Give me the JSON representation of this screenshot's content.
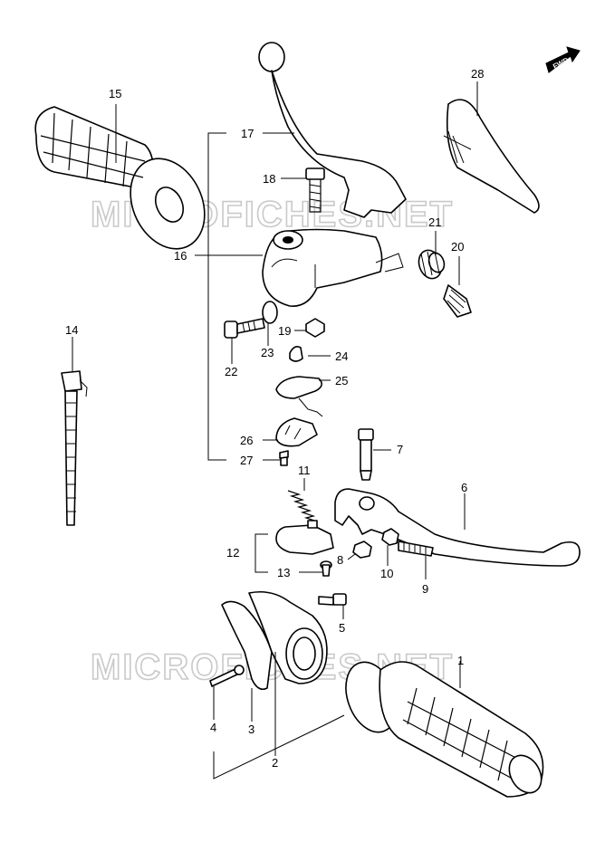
{
  "watermark_text": "MICROFICHES.NET",
  "fwd_badge": "FWD",
  "callouts": [
    {
      "id": "c1",
      "text": "1"
    },
    {
      "id": "c2",
      "text": "2"
    },
    {
      "id": "c3",
      "text": "3"
    },
    {
      "id": "c4",
      "text": "4"
    },
    {
      "id": "c5",
      "text": "5"
    },
    {
      "id": "c6",
      "text": "6"
    },
    {
      "id": "c7",
      "text": "7"
    },
    {
      "id": "c8",
      "text": "8"
    },
    {
      "id": "c9",
      "text": "9"
    },
    {
      "id": "c10",
      "text": "10"
    },
    {
      "id": "c11",
      "text": "11"
    },
    {
      "id": "c12",
      "text": "12"
    },
    {
      "id": "c13",
      "text": "13"
    },
    {
      "id": "c14",
      "text": "14"
    },
    {
      "id": "c15",
      "text": "15"
    },
    {
      "id": "c16",
      "text": "16"
    },
    {
      "id": "c17",
      "text": "17"
    },
    {
      "id": "c18",
      "text": "18"
    },
    {
      "id": "c19",
      "text": "19"
    },
    {
      "id": "c20",
      "text": "20"
    },
    {
      "id": "c21",
      "text": "21"
    },
    {
      "id": "c22",
      "text": "22"
    },
    {
      "id": "c23",
      "text": "23"
    },
    {
      "id": "c24",
      "text": "24"
    },
    {
      "id": "c25",
      "text": "25"
    },
    {
      "id": "c26",
      "text": "26"
    },
    {
      "id": "c27",
      "text": "27"
    },
    {
      "id": "c28",
      "text": "28"
    }
  ]
}
